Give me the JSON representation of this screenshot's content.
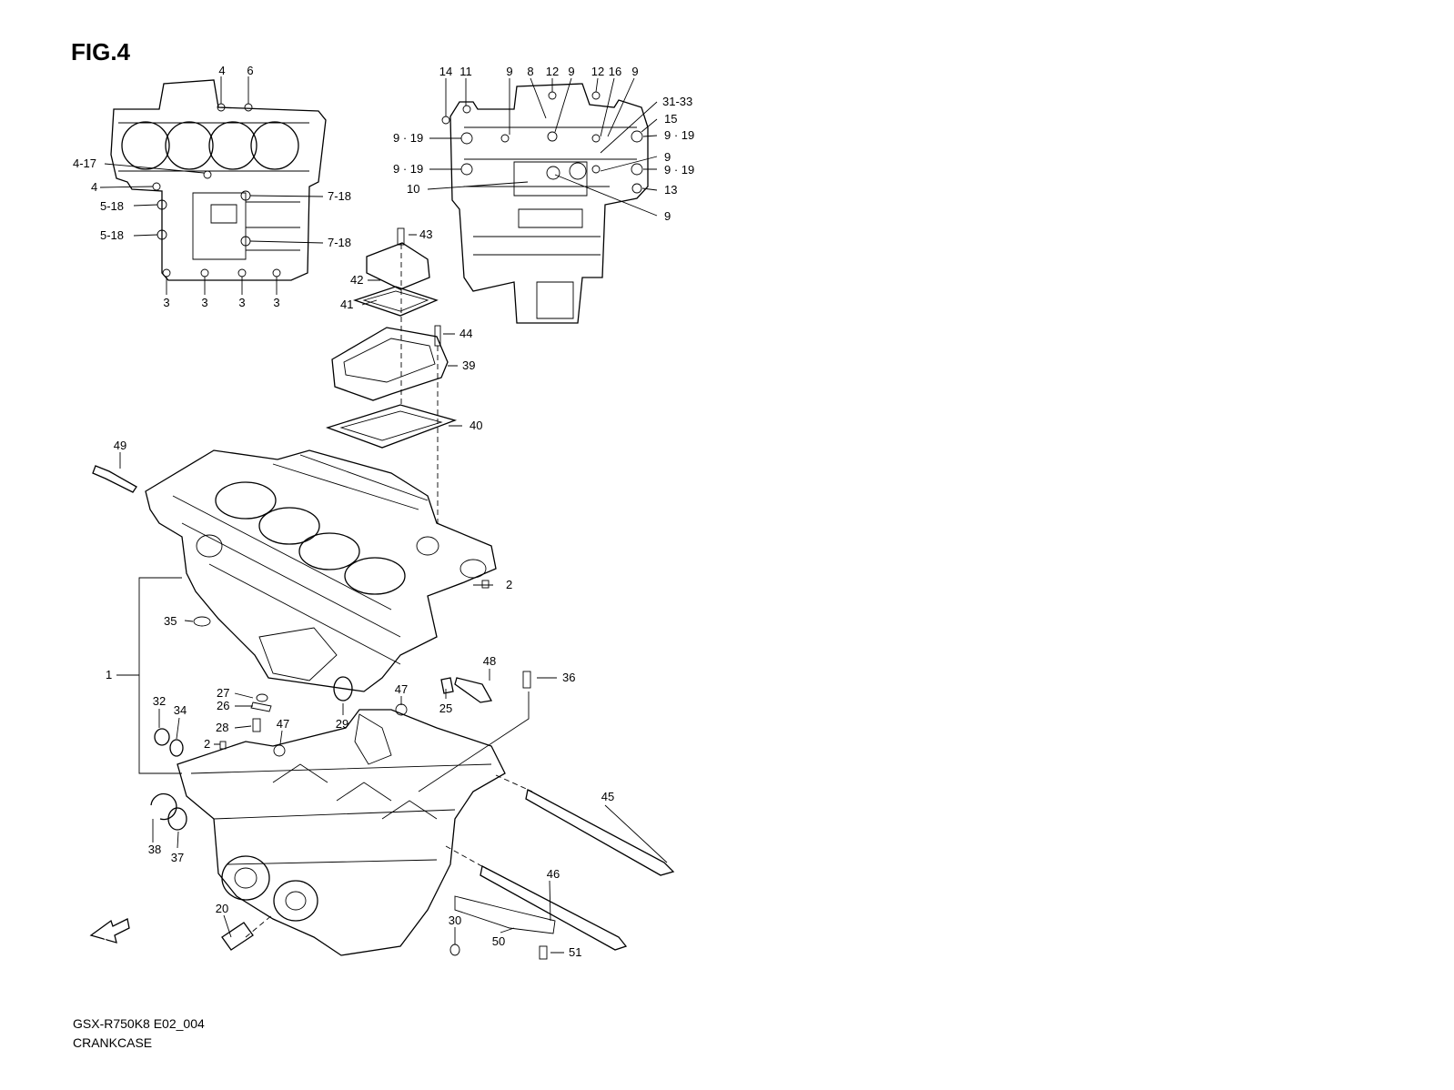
{
  "figure_label": "FIG.4",
  "model_code": "GSX-R750K8 E02_004",
  "section_title": "CRANKCASE",
  "fwd_label": "FWD",
  "callouts": [
    {
      "id": "c1",
      "text": "4"
    },
    {
      "id": "c2",
      "text": "6"
    },
    {
      "id": "c3",
      "text": "4-17"
    },
    {
      "id": "c4",
      "text": "4"
    },
    {
      "id": "c5",
      "text": "5-18"
    },
    {
      "id": "c6",
      "text": "5-18"
    },
    {
      "id": "c7",
      "text": "7-18"
    },
    {
      "id": "c8",
      "text": "7-18"
    },
    {
      "id": "c9",
      "text": "3"
    },
    {
      "id": "c10",
      "text": "3"
    },
    {
      "id": "c11",
      "text": "3"
    },
    {
      "id": "c12",
      "text": "3"
    },
    {
      "id": "c13",
      "text": "14"
    },
    {
      "id": "c14",
      "text": "11"
    },
    {
      "id": "c15",
      "text": "9"
    },
    {
      "id": "c16",
      "text": "8"
    },
    {
      "id": "c17",
      "text": "12"
    },
    {
      "id": "c18",
      "text": "9"
    },
    {
      "id": "c19",
      "text": "12"
    },
    {
      "id": "c20",
      "text": "16"
    },
    {
      "id": "c21",
      "text": "9"
    },
    {
      "id": "c22",
      "text": "31-33"
    },
    {
      "id": "c23",
      "text": "15"
    },
    {
      "id": "c24",
      "text": "9 · 19"
    },
    {
      "id": "c25",
      "text": "9 · 19"
    },
    {
      "id": "c26",
      "text": "9"
    },
    {
      "id": "c27",
      "text": "9 · 19"
    },
    {
      "id": "c28",
      "text": "9 · 19"
    },
    {
      "id": "c29",
      "text": "10"
    },
    {
      "id": "c30",
      "text": "13"
    },
    {
      "id": "c31",
      "text": "9"
    },
    {
      "id": "c32",
      "text": "43"
    },
    {
      "id": "c33",
      "text": "42"
    },
    {
      "id": "c34",
      "text": "41"
    },
    {
      "id": "c35",
      "text": "44"
    },
    {
      "id": "c36",
      "text": "39"
    },
    {
      "id": "c37",
      "text": "40"
    },
    {
      "id": "c38",
      "text": "49"
    },
    {
      "id": "c39",
      "text": "2"
    },
    {
      "id": "c40",
      "text": "35"
    },
    {
      "id": "c41",
      "text": "1"
    },
    {
      "id": "c42",
      "text": "48"
    },
    {
      "id": "c43",
      "text": "36"
    },
    {
      "id": "c44",
      "text": "47"
    },
    {
      "id": "c45",
      "text": "25"
    },
    {
      "id": "c46",
      "text": "29"
    },
    {
      "id": "c47",
      "text": "27"
    },
    {
      "id": "c48",
      "text": "26"
    },
    {
      "id": "c49",
      "text": "32"
    },
    {
      "id": "c50",
      "text": "34"
    },
    {
      "id": "c51",
      "text": "28"
    },
    {
      "id": "c52",
      "text": "47"
    },
    {
      "id": "c53",
      "text": "2"
    },
    {
      "id": "c54",
      "text": "45"
    },
    {
      "id": "c55",
      "text": "38"
    },
    {
      "id": "c56",
      "text": "37"
    },
    {
      "id": "c57",
      "text": "46"
    },
    {
      "id": "c58",
      "text": "20"
    },
    {
      "id": "c59",
      "text": "30"
    },
    {
      "id": "c60",
      "text": "50"
    },
    {
      "id": "c61",
      "text": "51"
    }
  ]
}
